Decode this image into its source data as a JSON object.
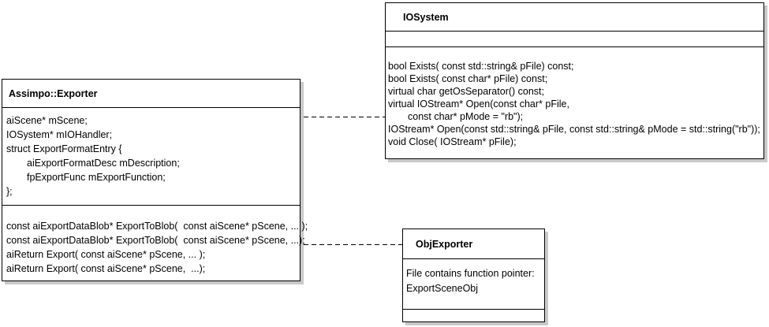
{
  "colors": {
    "border": "#000000",
    "shadow": "#c9c9c9",
    "background": "#ffffff",
    "text": "#000000"
  },
  "classes": {
    "exporter": {
      "title": "Assimpo::Exporter",
      "attributes": [
        "aiScene* mScene;",
        "IOSystem* mIOHandler;",
        "struct ExportFormatEntry {",
        "aiExportFormatDesc mDescription;",
        "fpExportFunc mExportFunction;",
        "};"
      ],
      "methods": [
        "const aiExportDataBlob* ExportToBlob(  const aiScene* pScene, ... );",
        "const aiExportDataBlob* ExportToBlob(  const aiScene* pScene, ...);",
        "aiReturn Export( const aiScene* pScene, ... );",
        "aiReturn Export( const aiScene* pScene,  ...);"
      ]
    },
    "iosystem": {
      "title": "IOSystem",
      "methods": [
        "bool Exists( const std::string& pFile) const;",
        "bool Exists( const char* pFile) const;",
        "virtual char getOsSeparator() const;",
        "virtual IOStream* Open(const char* pFile,",
        "const char* pMode = \"rb\");",
        "IOStream* Open(const std::string& pFile, const std::string& pMode = std::string(\"rb\"));",
        "void Close( IOStream* pFile);"
      ]
    },
    "objexporter": {
      "title": "ObjExporter",
      "notes": [
        "File contains function pointer:",
        "ExportSceneObj"
      ]
    }
  },
  "connectors": [
    {
      "from": "Assimpo::Exporter",
      "to": "IOSystem",
      "style": "dashed"
    },
    {
      "from": "Assimpo::Exporter",
      "to": "ObjExporter",
      "style": "dashed"
    }
  ]
}
